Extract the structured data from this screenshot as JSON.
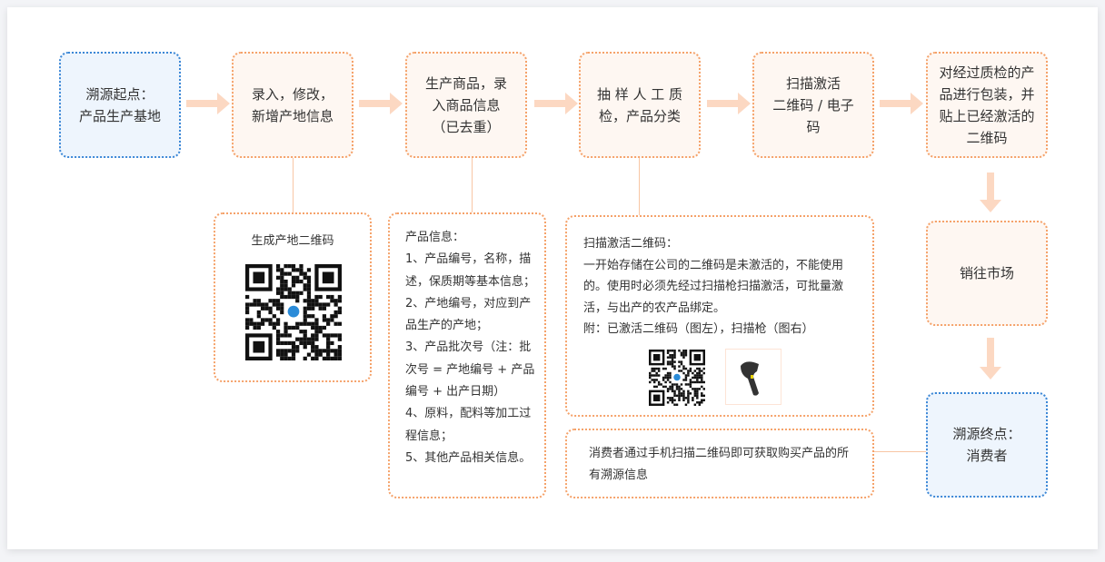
{
  "steps": [
    {
      "text": "溯源起点：\n产品生产基地"
    },
    {
      "text": "录入，修改，新增产地信息"
    },
    {
      "text": "生产商品，录入商品信息\n（已去重）"
    },
    {
      "text": "抽 样 人 工 质 检，产品分类"
    },
    {
      "text": "扫描激活\n二维码 / 电子码"
    },
    {
      "text": "对经过质检的产品进行包装，并贴上已经激活的二维码"
    },
    {
      "text": "销往市场"
    },
    {
      "text": "溯源终点：\n消费者"
    }
  ],
  "details": {
    "origin_qr": {
      "title": "生成产地二维码"
    },
    "product_info": {
      "lines": [
        "产品信息：",
        "1、产品编号，名称，描述，保质期等基本信息；",
        "2、产地编号，对应到产品生产的产地；",
        "3、产品批次号（注：批次号 = 产地编号 + 产品编号 + 出产日期）",
        "4、原料，配料等加工过程信息；",
        "5、其他产品相关信息。"
      ]
    },
    "activation": {
      "lines": [
        "扫描激活二维码：",
        "一开始存储在公司的二维码是未激活的，不能使用的。使用时必须先经过扫描枪扫描激活，可批量激活，与出产的农产品绑定。",
        "附：已激活二维码（图左），扫描枪（图右）"
      ]
    },
    "consumer": {
      "text": "消费者通过手机扫描二维码即可获取购买产品的所有溯源信息"
    }
  },
  "colors": {
    "orange_border": "#f5a26a",
    "blue_border": "#3b87d6",
    "arrow": "#fcd8c2"
  }
}
